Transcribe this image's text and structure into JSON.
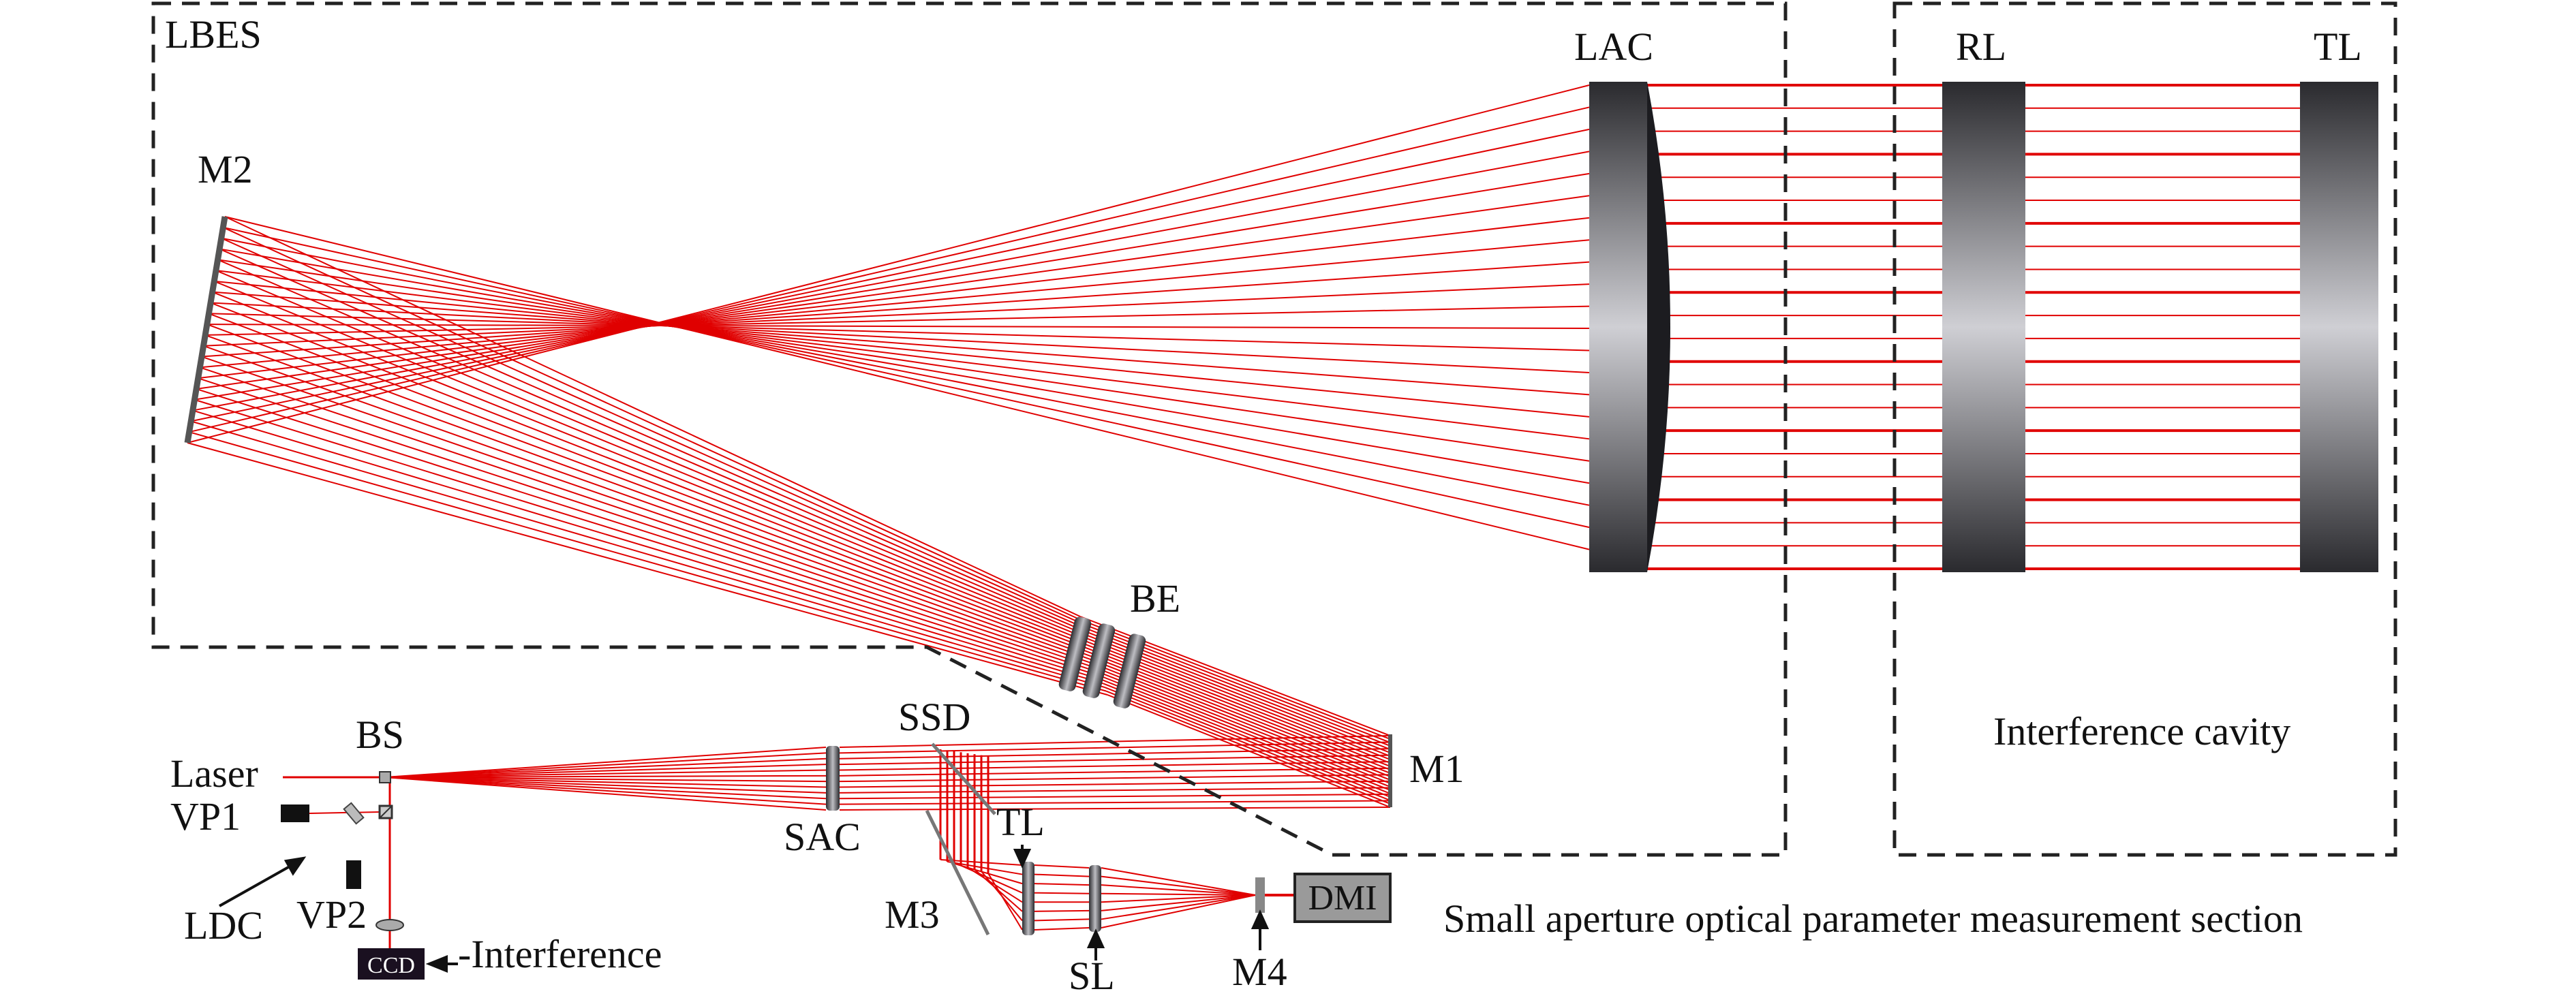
{
  "labels": {
    "lbes": "LBES",
    "m2": "M2",
    "lac": "LAC",
    "rl": "RL",
    "tl_cavity": "TL",
    "be": "BE",
    "m1": "M1",
    "ssd": "SSD",
    "bs": "BS",
    "laser": "Laser",
    "vp1": "VP1",
    "vp2": "VP2",
    "ldc": "LDC",
    "sac": "SAC",
    "tl_small": "TL",
    "m3": "M3",
    "sl": "SL",
    "m4": "M4",
    "dmi": "DMI",
    "ccd": "CCD",
    "interference": "-Interference",
    "interference_cavity": "Interference cavity",
    "small_section": "Small aperture optical parameter measurement section"
  },
  "colors": {
    "beam": "#e00000",
    "frame": "#222222",
    "lens_dark": "#2a2a2e",
    "lens_light": "#c8c8cc",
    "dmi_fill": "#9a9a9a",
    "ccd_fill": "#1a1020"
  }
}
